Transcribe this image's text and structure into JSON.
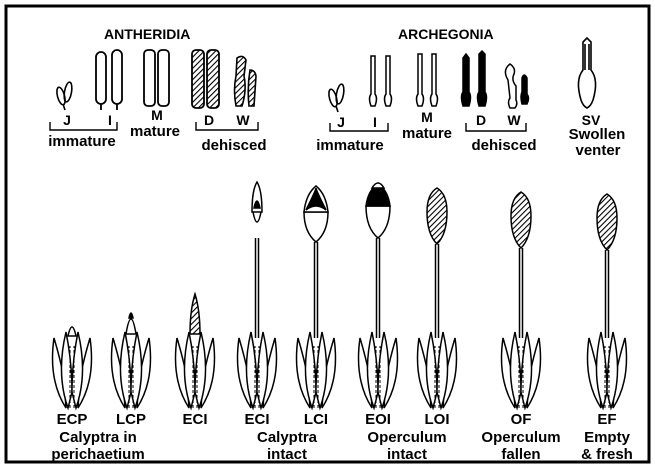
{
  "colors": {
    "ink": "#000000",
    "background": "#ffffff",
    "hatch": "#000000"
  },
  "antheridia": {
    "title": "ANTHERIDIA",
    "codes": [
      "J",
      "I",
      "M",
      "D",
      "W"
    ],
    "immature": "immature",
    "mature": "mature",
    "dehisced": "dehisced"
  },
  "archegonia": {
    "title": "ARCHEGONIA",
    "codes": [
      "J",
      "I",
      "M",
      "D",
      "W",
      "SV"
    ],
    "immature": "immature",
    "mature": "mature",
    "dehisced": "dehisced",
    "swollen": "Swollen",
    "venter": "venter"
  },
  "sporophytes": {
    "codes": [
      "ECP",
      "LCP",
      "ECI",
      "ECI",
      "LCI",
      "EOI",
      "LOI",
      "OF",
      "EF"
    ],
    "groups": [
      {
        "line1": "Calyptra in",
        "line2": "perichaetium"
      },
      {
        "line1": "Calyptra",
        "line2": "intact"
      },
      {
        "line1": "Operculum",
        "line2": "intact"
      },
      {
        "line1": "Operculum",
        "line2": "fallen"
      },
      {
        "line1": "Empty",
        "line2": "& fresh"
      }
    ]
  }
}
